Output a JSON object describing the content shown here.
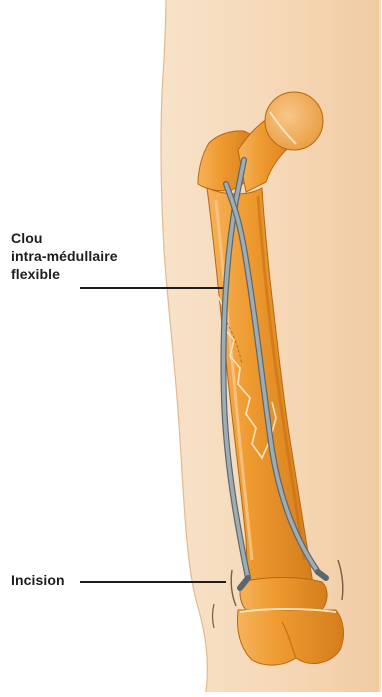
{
  "labels": {
    "nail": {
      "line1": "Clou",
      "line2": "intra-médullaire",
      "line3": "flexible"
    },
    "incision": "Incision"
  },
  "colors": {
    "skin": "#f6dbbd",
    "skin_edge": "#e9c39c",
    "bone": "#ee9a2f",
    "bone_shadow": "#cf7a1c",
    "bone_highlight": "#f6bc6c",
    "femoral_head": "#f1ad5a",
    "nail": "#8f9ea4",
    "nail_edge": "#5a676c",
    "text": "#1d1d1d"
  },
  "icons": [
    "femur-bone",
    "flexible-nail",
    "fracture-line",
    "skin-incision"
  ]
}
